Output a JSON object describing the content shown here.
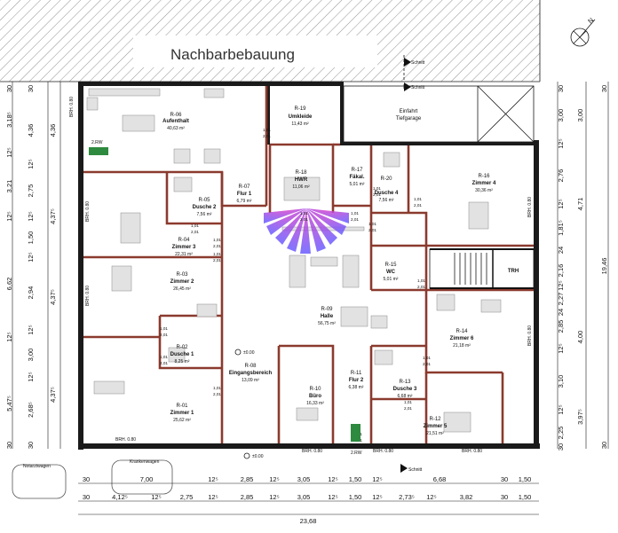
{
  "header": {
    "neighbor_label": "Nachbarbebauung",
    "north_letter": "N",
    "section_label": "Schnitt"
  },
  "rooms": [
    {
      "id": "R-06",
      "name": "Aufenthalt",
      "area": "40,63 m²"
    },
    {
      "id": "R-19",
      "name": "Umkleide",
      "area": "11,43 m²"
    },
    {
      "id": "R-18",
      "name": "HWR",
      "area": "11,06 m²"
    },
    {
      "id": "R-17",
      "name": "Fäkal.",
      "area": "5,01 m²"
    },
    {
      "id": "R-20",
      "name": "Dusche 4",
      "area": "7,56 m²"
    },
    {
      "id": "R-16",
      "name": "Zimmer 4",
      "area": "30,36 m²"
    },
    {
      "id": "R-05",
      "name": "Dusche 2",
      "area": "7,56 m²"
    },
    {
      "id": "R-07",
      "name": "Flur 1",
      "area": "6,79 m²"
    },
    {
      "id": "R-04",
      "name": "Zimmer 3",
      "area": "22,31 m²"
    },
    {
      "id": "R-15",
      "name": "WC",
      "area": "5,01 m²"
    },
    {
      "id": "R-03",
      "name": "Zimmer 2",
      "area": "26,45 m²"
    },
    {
      "id": "R-09",
      "name": "Halle",
      "area": "56,75 m²"
    },
    {
      "id": "R-14",
      "name": "Zimmer 6",
      "area": "21,18 m²"
    },
    {
      "id": "R-02",
      "name": "Dusche 1",
      "area": "8,25 m²"
    },
    {
      "id": "R-08",
      "name": "Eingangsbereich",
      "area": "13,09 m²"
    },
    {
      "id": "R-10",
      "name": "Büro",
      "area": "16,33 m²"
    },
    {
      "id": "R-11",
      "name": "Flur 2",
      "area": "6,38 m²"
    },
    {
      "id": "R-13",
      "name": "Dusche 3",
      "area": "6,68 m²"
    },
    {
      "id": "R-01",
      "name": "Zimmer 1",
      "area": "25,62 m²"
    },
    {
      "id": "R-12",
      "name": "Zimmer 5",
      "area": "21,51 m²"
    }
  ],
  "labels": {
    "garage_entry_1": "Einfahrt",
    "garage_entry_2": "Tiefgarage",
    "trh": "TRH",
    "exit_sign": "2.RW",
    "exit_sign_bottom": "2.RW",
    "level_1": "±0.00",
    "level_2": "±0.00",
    "vehicle_1": "Notarztwagen",
    "vehicle_2": "Krankenwagen",
    "brh_top": "BRH. 0.80",
    "brh_b1": "BRH. 0.80",
    "brh_b2": "BRH. 0.80",
    "brh_b3": "BRH. 0.80",
    "brh_b4": "BRH. 0.80",
    "brh_side1": "BRH. 0.80",
    "brh_side2": "BRH. 0.80",
    "brh_side3": "BRH. 0.80",
    "brh_side4": "BRH. 0.80"
  },
  "doors": {
    "d1_a": "1,01",
    "d1_b": "2,01",
    "d2_a": "1,01",
    "d2_b": "2,01",
    "d3_a": "1,01",
    "d3_b": "2,01",
    "d4_a": "1,01",
    "d4_b": "2,01",
    "d5_a": "1,01",
    "d5_b": "2,01",
    "d6_a": "1,01",
    "d6_b": "2,01",
    "d7_a": "1,01",
    "d7_b": "2,01",
    "d8_a": "1,01",
    "d8_b": "2,01",
    "d9_a": "1,01",
    "d9_b": "2,01",
    "d10_a": "1,01",
    "d10_b": "2,01",
    "d11_a": "1,01",
    "d11_b": "2,01",
    "d12_a": "1,01",
    "d12_b": "2,01",
    "d13_a": "1,01",
    "d13_b": "2,01",
    "d14_a": "1,01",
    "d14_b": "2,01",
    "d15_a": "1,01",
    "d15_b": "2,01",
    "d16_a": "1,01",
    "d16_b": "2,01"
  },
  "dims_bottom_row1": [
    "30",
    "7,00",
    "12⁵",
    "2,85",
    "12⁵",
    "3,05",
    "12⁵",
    "1,50",
    "12⁵",
    "6,68",
    "30",
    "1,50"
  ],
  "dims_bottom_row2": [
    "30",
    "4,12⁵",
    "12⁵",
    "2,75",
    "12⁵",
    "2,85",
    "12⁵",
    "3,05",
    "12⁵",
    "1,50",
    "12⁵",
    "2,73⁵",
    "12⁵",
    "3,82",
    "30",
    "1,50"
  ],
  "dims_total": "23,68",
  "dims_left_outer": [
    "30",
    "3,18⁵",
    "12⁵",
    "3,21",
    "12⁵",
    "6,62",
    "12⁵",
    "5,47⁵",
    "30"
  ],
  "dims_left_inner": [
    "30",
    "4,36",
    "12⁵",
    "2,75",
    "12⁵",
    "1,50",
    "12⁵",
    "2,94",
    "12⁵",
    "3,00",
    "12⁵",
    "2,68⁵",
    "30"
  ],
  "dims_left_third": [
    "4,36",
    "4,37⁵",
    "4,37⁵",
    "4,37⁵"
  ],
  "dims_right_outer": [
    "30",
    "3,00",
    "4,71",
    "19,46",
    "4,00",
    "3,97⁵",
    "30"
  ],
  "dims_right_inner": [
    "30",
    "3,00",
    "12⁵",
    "2,76",
    "12⁵",
    "1,81⁵",
    "24",
    "2,16",
    "12⁵",
    "2,27",
    "24",
    "2,85",
    "12⁵",
    "3,10",
    "12⁵",
    "2,25",
    "30"
  ]
}
